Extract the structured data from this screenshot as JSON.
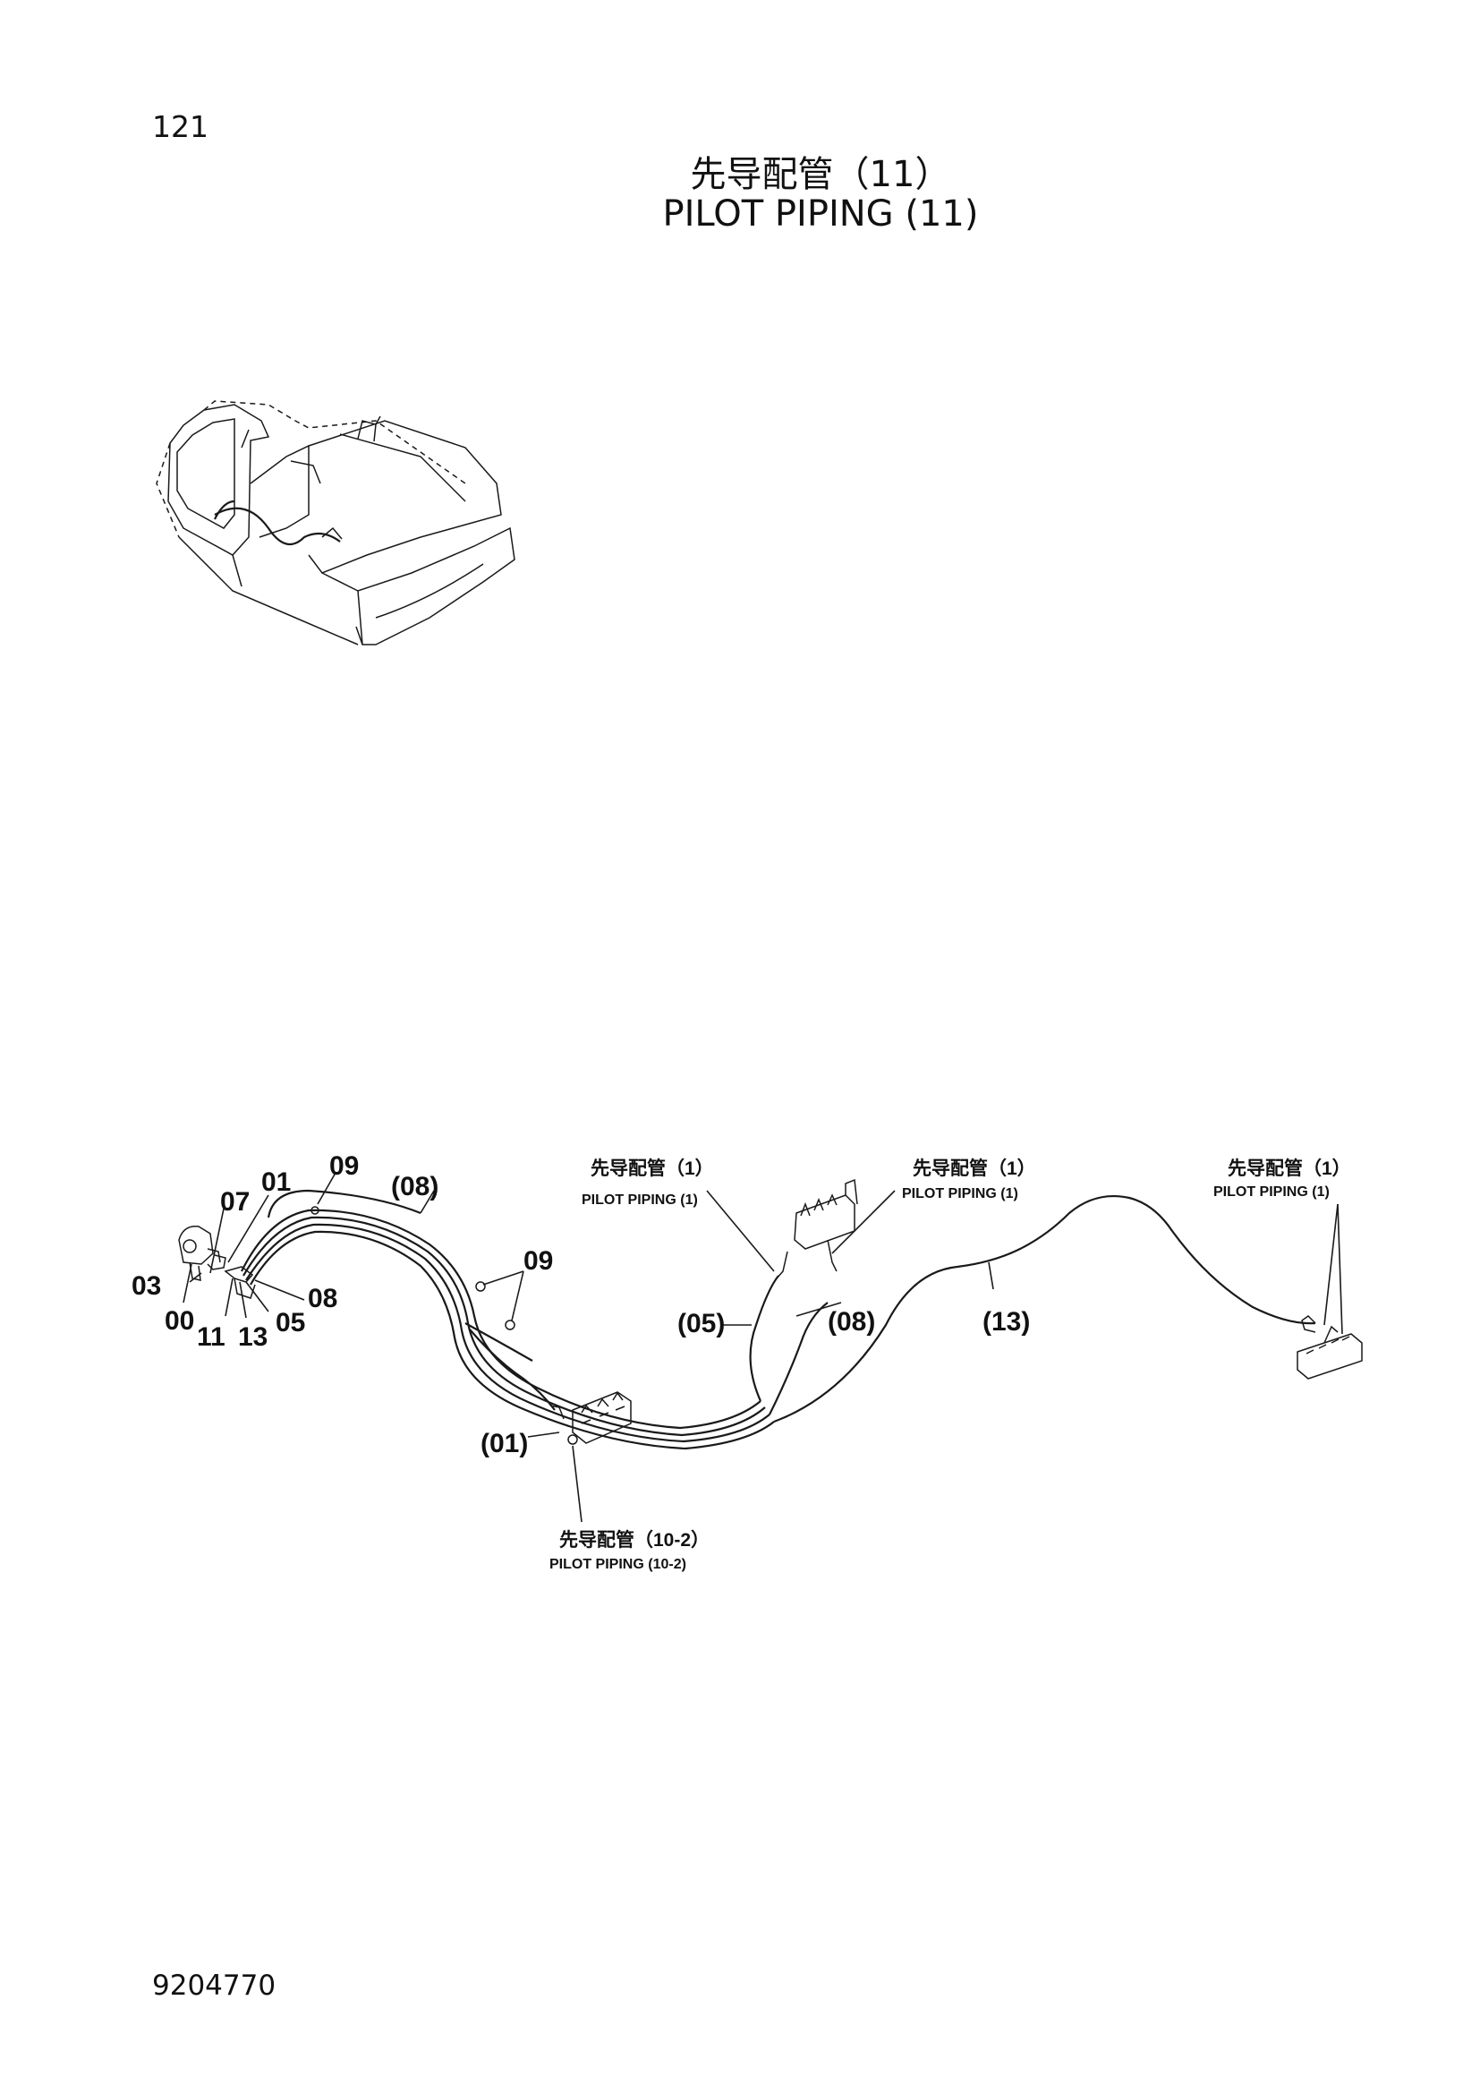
{
  "page": {
    "number": "121",
    "title_cn": "先导配管（11）",
    "title_en": "PILOT PIPING (11)",
    "doc_number": "9204770"
  },
  "diagram": {
    "part_labels": {
      "p09a": "09",
      "p01": "01",
      "p07": "07",
      "p08paren_top": "(08)",
      "p03": "03",
      "p00": "00",
      "p11": "11",
      "p13": "13",
      "p05": "05",
      "p08": "08",
      "p09b": "09",
      "p05paren": "(05)",
      "p08paren": "(08)",
      "p13paren": "(13)",
      "p01paren": "(01)"
    },
    "references": {
      "ref1": {
        "cn": "先导配管（1）",
        "en": "PILOT PIPING (1)"
      },
      "ref2": {
        "cn": "先导配管（1）",
        "en": "PILOT PIPING (1)"
      },
      "ref3": {
        "cn": "先导配管（1）",
        "en": "PILOT PIPING (1)"
      },
      "ref4": {
        "cn": "先导配管（10-2）",
        "en": "PILOT PIPING (10-2)"
      }
    }
  }
}
